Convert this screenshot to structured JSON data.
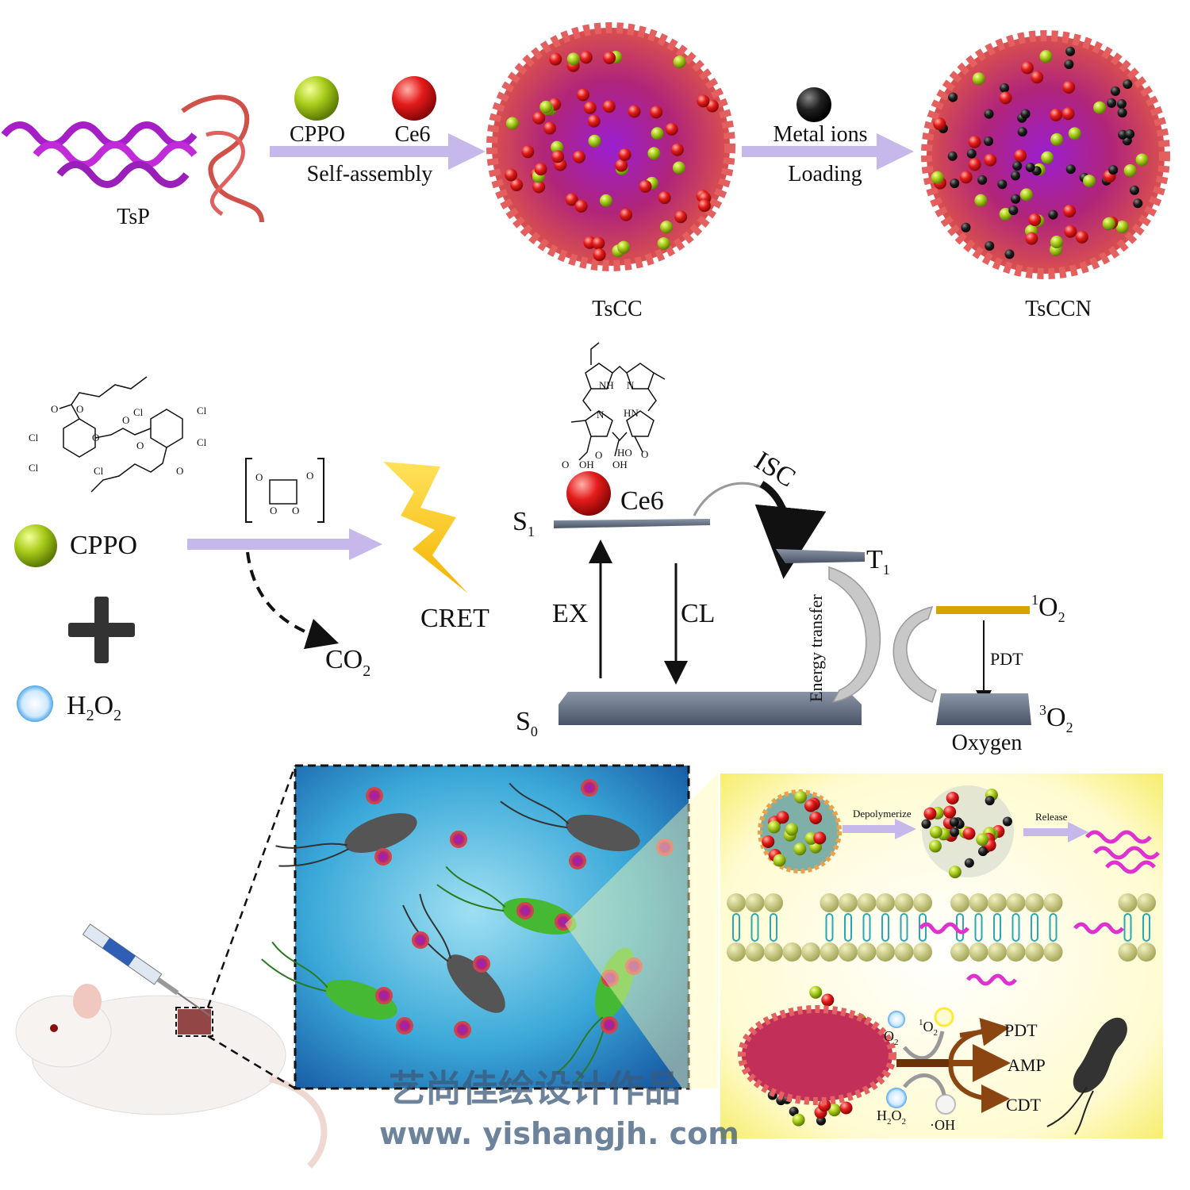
{
  "top": {
    "tsp_label": "TsP",
    "cppo_label": "CPPO",
    "ce6_label": "Ce6",
    "self_assembly_label": "Self-assembly",
    "tscc_label": "TsCC",
    "metal_ions_label": "Metal ions",
    "loading_label": "Loading",
    "tsccn_label": "TsCCN"
  },
  "middle": {
    "cppo_label": "CPPO",
    "plus_symbol": "+",
    "h2o2": {
      "main": "H",
      "sub1": "2",
      "o": "O",
      "sub2": "2"
    },
    "co2": {
      "main": "CO",
      "sub": "2"
    },
    "cret_label": "CRET",
    "ce6_label": "Ce6",
    "isc_label": "ISC",
    "s1": {
      "main": "S",
      "sub": "1"
    },
    "s0": {
      "main": "S",
      "sub": "0"
    },
    "t1": {
      "main": "T",
      "sub": "1"
    },
    "ex_label": "EX",
    "cl_label": "CL",
    "energy_transfer_label": "Energy transfer",
    "singlet_oxygen": {
      "sup": "1",
      "main": "O",
      "sub": "2"
    },
    "triplet_oxygen": {
      "sup": "3",
      "main": "O",
      "sub": "2"
    },
    "pdt_label": "PDT",
    "oxygen_label": "Oxygen",
    "cppo_atoms": [
      "O",
      "O",
      "Cl",
      "Cl",
      "Cl",
      "O",
      "O",
      "O",
      "Cl",
      "Cl",
      "O",
      "O",
      "Cl"
    ],
    "ce6_atoms": [
      "NH",
      "N",
      "N",
      "HN",
      "O",
      "OH",
      "O",
      "OH",
      "HO",
      "O"
    ],
    "intermediate_atoms": [
      "O",
      "O",
      "O",
      "O"
    ]
  },
  "bottom": {
    "depolymerize_label": "Depolymerize",
    "release_label": "Release",
    "o2": {
      "main": "O",
      "sub": "2"
    },
    "singlet_o2": {
      "sup": "1",
      "main": "O",
      "sub": "2"
    },
    "h2o2": {
      "main": "H",
      "sub1": "2",
      "o": "O",
      "sub2": "2"
    },
    "oh_label": "·OH",
    "pdt_label": "PDT",
    "amp_label": "AMP",
    "cdt_label": "CDT"
  },
  "watermark": {
    "title": "艺尚佳绘设计作品",
    "url": "www. yishangjh. com"
  },
  "colors": {
    "arrow": "#c7b8ec",
    "cppo_ball": "#a8cc1a",
    "ce6_ball": "#e41b1b",
    "metal_ball": "#222222",
    "nanoparticle": "#b02a5e",
    "level": "#5a6577",
    "singlet_level": "#d4a400",
    "panel_bg": "#fffbd0",
    "bacteria_field": "#3aa8d8",
    "brown_arrow": "#8a4510"
  }
}
